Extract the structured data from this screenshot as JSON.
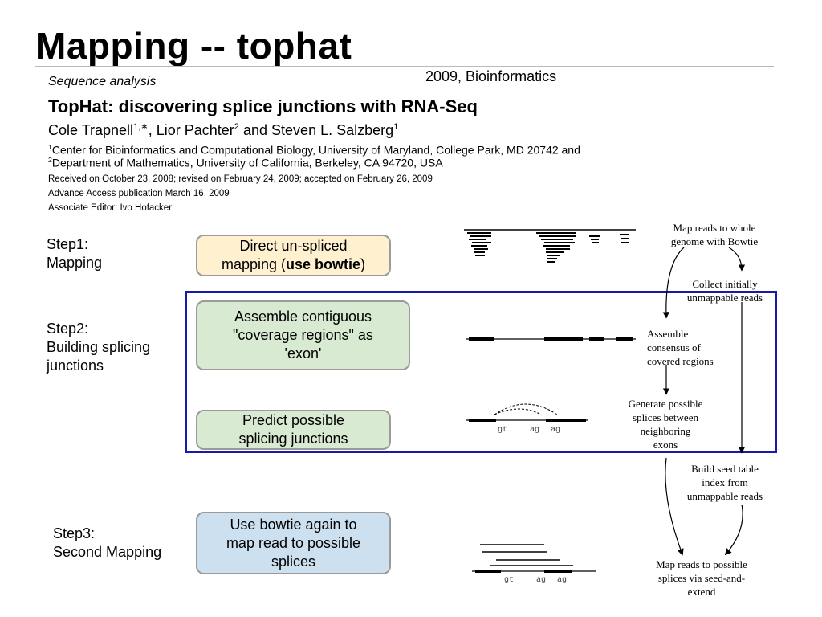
{
  "slide": {
    "title": "Mapping -- tophat",
    "year_note": "2009, Bioinformatics"
  },
  "paper": {
    "section": "Sequence analysis",
    "title": "TopHat: discovering splice junctions with RNA-Seq",
    "authors": {
      "a1": "Cole Trapnell",
      "a1_sup": "1,∗",
      "sep1": ", Lior Pachter",
      "a2_sup": "2",
      "sep2": " and Steven L. Salzberg",
      "a3_sup": "1"
    },
    "affiliations": [
      {
        "sup": "1",
        "text": "Center for Bioinformatics and Computational Biology, University of Maryland, College Park, MD 20742 and"
      },
      {
        "sup": "2",
        "text": "Department of Mathematics, University of California, Berkeley, CA 94720, USA"
      }
    ],
    "received": "Received on October 23, 2008; revised on February 24, 2009; accepted on February 26, 2009",
    "advance_access": "Advance Access publication March 16, 2009",
    "editor": "Associate Editor: Ivo Hofacker"
  },
  "steps": {
    "step1": {
      "label_line1": "Step1:",
      "label_line2": "Mapping"
    },
    "step2": {
      "label_line1": "Step2:",
      "label_line2": "Building splicing",
      "label_line3": "junctions"
    },
    "step3": {
      "label_line1": "Step3:",
      "label_line2": "Second Mapping"
    }
  },
  "boxes": {
    "direct": {
      "line1": "Direct un-spliced",
      "line2_pre": "mapping (",
      "line2_bold": "use bowtie",
      "line2_post": ")"
    },
    "assemble": {
      "line1": "Assemble contiguous",
      "line2": "\"coverage regions\" as",
      "line3": "'exon'"
    },
    "predict": {
      "line1": "Predict possible",
      "line2": "splicing junctions"
    },
    "second": {
      "line1": "Use bowtie again to",
      "line2": "map read to possible",
      "line3": "splices"
    }
  },
  "flowchart": {
    "map_whole": [
      "Map reads to whole",
      "genome with Bowtie"
    ],
    "collect": [
      "Collect initially",
      "unmappable reads"
    ],
    "assemble": [
      "Assemble",
      "consensus of",
      "covered regions"
    ],
    "generate": [
      "Generate possible",
      "splices between",
      "neighboring",
      "exons"
    ],
    "build": [
      "Build seed table",
      "index from",
      "unmappable reads"
    ],
    "map_splices": [
      "Map reads to possible",
      "splices via seed-and-",
      "extend"
    ]
  },
  "diagram": {
    "gt": "gt",
    "ag": "ag"
  },
  "colors": {
    "highlight_border": "#1a1aa8",
    "box_yellow": "#fff0cf",
    "box_green": "#d9ead2",
    "box_blue": "#cde0ef"
  }
}
